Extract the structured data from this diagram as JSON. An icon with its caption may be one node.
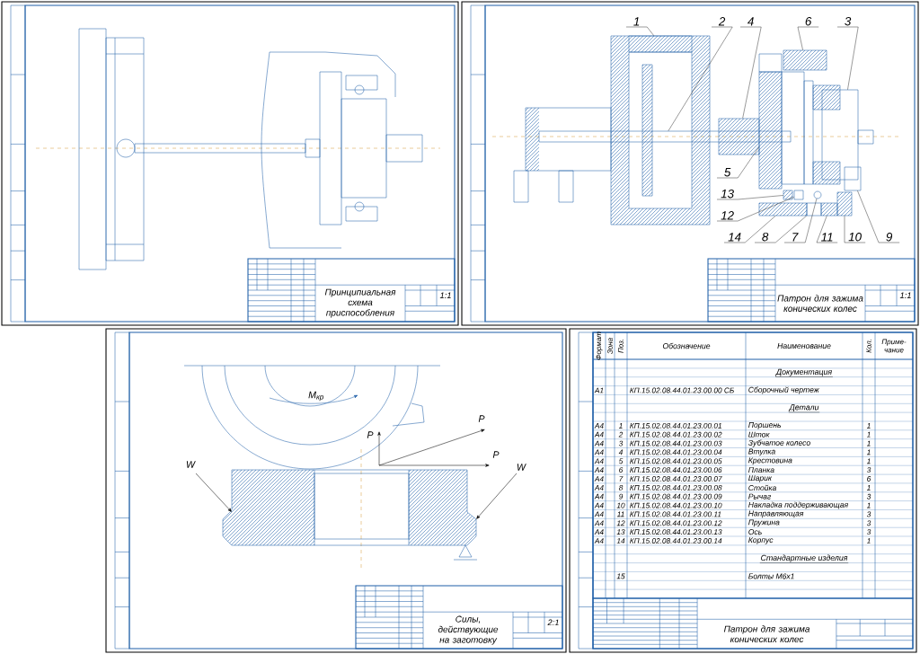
{
  "diagram": {
    "nodes": [
      {
        "text": [
          "1"
        ]
      },
      {
        "text": [
          "2"
        ]
      },
      {
        "text": [
          "4"
        ]
      },
      {
        "text": [
          "6"
        ]
      },
      {
        "text": [
          "3"
        ]
      },
      {
        "text": [
          "5"
        ]
      },
      {
        "text": [
          "13"
        ]
      },
      {
        "text": [
          "12"
        ]
      },
      {
        "text": [
          "14"
        ]
      },
      {
        "text": [
          "8"
        ]
      },
      {
        "text": [
          "7"
        ]
      },
      {
        "text": [
          "11"
        ]
      },
      {
        "text": [
          "10"
        ]
      },
      {
        "text": [
          "9"
        ]
      },
      {
        "text": [],
        "shape": "box"
      },
      {
        "text": [],
        "shape": "box"
      },
      {
        "text": [],
        "shape": "box"
      },
      {
        "text": [],
        "shape": "box"
      },
      {
        "text": [],
        "shape": "box"
      },
      {
        "text": [],
        "shape": "box"
      },
      {
        "text": [],
        "shape": "box"
      },
      {
        "text": [],
        "shape": "box"
      },
      {
        "text": [],
        "shape": "box"
      },
      {
        "text": [],
        "shape": "box"
      },
      {
        "text": [],
        "shape": "circle"
      },
      {
        "text": [],
        "shape": "box"
      },
      {
        "text": [],
        "shape": "box"
      },
      {
        "text": [],
        "shape": "box"
      }
    ],
    "edges": [
      {
        "from": 0,
        "to": 14,
        "arrow": "none"
      },
      {
        "from": 1,
        "to": 15,
        "arrow": "none"
      },
      {
        "from": 2,
        "to": 16,
        "arrow": "none"
      },
      {
        "from": 3,
        "to": 17,
        "arrow": "none"
      },
      {
        "from": 4,
        "to": 18,
        "arrow": "none"
      },
      {
        "from": 5,
        "to": 19,
        "arrow": "none"
      },
      {
        "from": 6,
        "to": 20,
        "arrow": "none"
      },
      {
        "from": 7,
        "to": 21,
        "arrow": "none"
      },
      {
        "from": 8,
        "to": 22,
        "arrow": "none"
      },
      {
        "from": 9,
        "to": 23,
        "arrow": "none"
      },
      {
        "from": 10,
        "to": 24,
        "arrow": "none"
      },
      {
        "from": 11,
        "to": 25,
        "arrow": "none"
      },
      {
        "from": 12,
        "to": 26,
        "arrow": "none"
      },
      {
        "from": 13,
        "to": 27,
        "arrow": "none"
      }
    ],
    "labels": [
      "Принципиальная схема приспособления",
      "1:1",
      "Патрон для зажима конических колес",
      "1:1",
      "M$_{кр}$",
      "P",
      "P",
      "P",
      "W",
      "W",
      "Силы, действующие на заготовку",
      "2:1",
      "Формат",
      "Зона",
      "Поз.",
      "Обозначение",
      "Наименование",
      "Кол.",
      "Приме- чание",
      "Документация",
      "A1",
      "КП.15.02.08.44.01.23.00.00 СБ",
      "Сборочный чертеж",
      "Детали",
      "A4",
      "1",
      "КП.15.02.08.44.01.23.00.01",
      "Поршень",
      "1",
      "A4",
      "2",
      "КП.15.02.08.44.01.23.00.02",
      "Шток",
      "1",
      "A4",
      "3",
      "КП.15.02.08.44.01.23.00.03",
      "Зубчатое колесо",
      "1",
      "A4",
      "4",
      "КП.15.02.08.44.01.23.00.04",
      "Втулка",
      "1",
      "A4",
      "5",
      "КП.15.02.08.44.01.23.00.05",
      "Крестовина",
      "1",
      "A4",
      "6",
      "КП.15.02.08.44.01.23.00.06",
      "Планка",
      "3",
      "A4",
      "7",
      "КП.15.02.08.44.01.23.00.07",
      "Шарик",
      "6",
      "A4",
      "8",
      "КП.15.02.08.44.01.23.00.08",
      "Стойка",
      "1",
      "A4",
      "9",
      "КП.15.02.08.44.01.23.00.09",
      "Рычаг",
      "3",
      "A4",
      "10",
      "КП.15.02.08.44.01.23.00.10",
      "Накладка поддерживающая",
      "1",
      "A4",
      "11",
      "КП.15.02.08.44.01.23.00.11",
      "Направляющая",
      "3",
      "A4",
      "12",
      "КП.15.02.08.44.01.23.00.12",
      "Пружина",
      "3",
      "A4",
      "13",
      "КП.15.02.08.44.01.23.00.13",
      "Ось",
      "3",
      "A4",
      "14",
      "КП.15.02.08.44.01.23.00.14",
      "Корпус",
      "1",
      "Стандартные изделия",
      "15",
      "Болты М6х1",
      "Патрон для зажима конических колес"
    ]
  }
}
